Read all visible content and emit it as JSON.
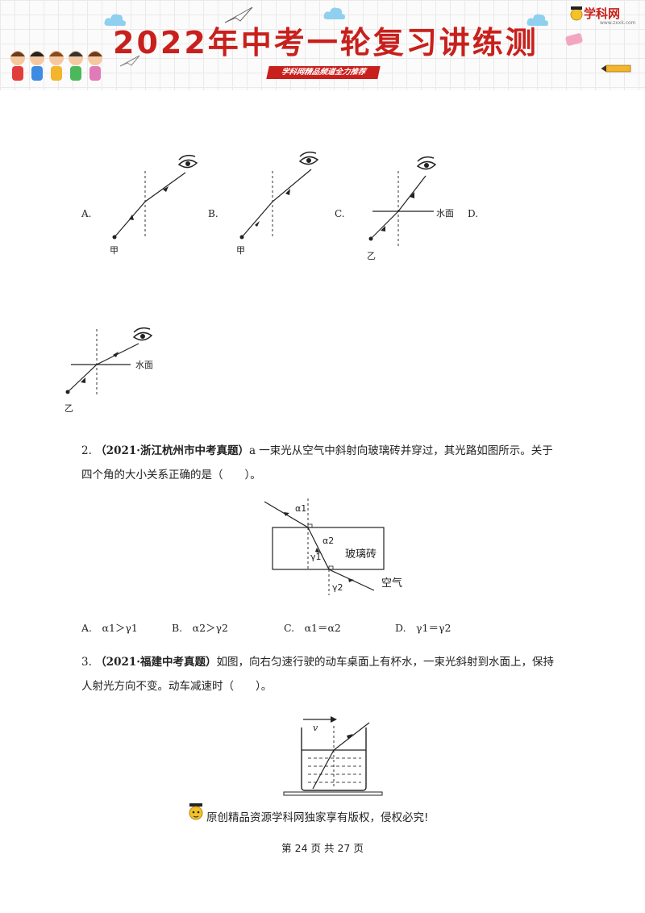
{
  "header": {
    "title": "2022年中考一轮复习讲练测",
    "subtitle": "学科网精品频道全力推荐",
    "brand": "学科网",
    "brand_url": "www.zxxk.com"
  },
  "q1": {
    "options": [
      "A.",
      "B.",
      "C.",
      "D."
    ],
    "label_jia": "甲",
    "label_yi": "乙",
    "label_water": "水面"
  },
  "q2": {
    "number": "2.",
    "source": "（2021·浙江杭州市中考真题）",
    "stem_line1": "a 一束光从空气中斜射向玻璃砖并穿过，其光路如图所示。关于",
    "stem_line2": "四个角的大小关系正确的是（　　）。",
    "figure": {
      "glass_label": "玻璃砖",
      "air_label": "空气",
      "alpha1": "α1",
      "alpha2": "α2",
      "gamma1": "γ1",
      "gamma2": "γ2"
    },
    "options": [
      "A.　α1＞γ1",
      "B.　α2＞γ2",
      "C.　α1＝α2",
      "D.　γ1＝γ2"
    ]
  },
  "q3": {
    "number": "3.",
    "source": "（2021·福建中考真题）",
    "stem_line1": "如图，向右匀速行驶的动车桌面上有杯水，一束光斜射到水面上，保持",
    "stem_line2": "人射光方向不变。动车减速时（　　）。",
    "figure": {
      "velocity": "v"
    }
  },
  "footer": {
    "notice": "原创精品资源学科网独家享有版权，侵权必究!",
    "page": "第 24 页 共 27 页"
  }
}
